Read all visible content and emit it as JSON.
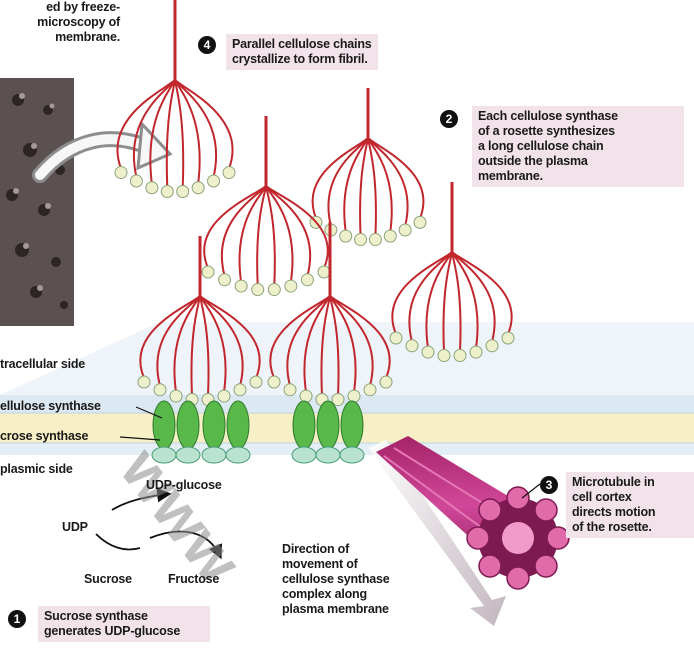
{
  "micrograph_caption": "ed by freeze-\nmicroscopy of\nmembrane.",
  "steps": {
    "step1": {
      "number": "1",
      "text": "Sucrose synthase\ngenerates UDP-glucose"
    },
    "step2": {
      "number": "2",
      "text": "Each cellulose synthase\nof a rosette synthesizes\na long cellulose chain\noutside the plasma\nmembrane."
    },
    "step3": {
      "number": "3",
      "text": "Microtubule in\ncell cortex\ndirects motion\nof the rosette."
    },
    "step4": {
      "number": "4",
      "text": "Parallel cellulose chains\ncrystallize to form fibril."
    }
  },
  "side_labels": {
    "extracellular": "tracellular side",
    "cellulose_synthase": "ellulose synthase",
    "sucrose_synthase": "crose synthase",
    "cytoplasmic": "plasmic side"
  },
  "cycle": {
    "udp_glucose": "UDP-glucose",
    "udp": "UDP",
    "sucrose": "Sucrose",
    "fructose": "Fructose"
  },
  "direction_text": "Direction of\nmovement of\ncellulose synthase\ncomplex along\nplasma membrane",
  "colors": {
    "fiber_red": "#c1272d",
    "tip_cream": "#eef0cc",
    "membrane_blue": "#dce9f2",
    "membrane_yellow": "#f7f0c6",
    "synthase_green": "#58b84a",
    "microtubule": "#c0317e",
    "label_box": "#f2e3ea",
    "micrograph": "#5b5150"
  }
}
